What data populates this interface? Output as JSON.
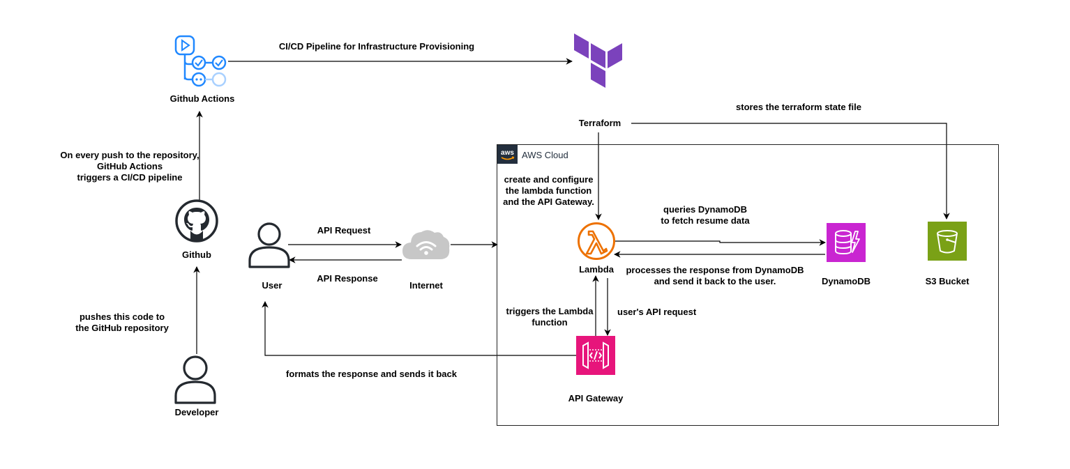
{
  "diagram": {
    "aws_cloud": {
      "title": "AWS Cloud",
      "logo_text": "aws"
    },
    "nodes": {
      "github_actions": "Github Actions",
      "terraform": "Terraform",
      "github": "Github",
      "developer": "Developer",
      "user": "User",
      "internet": "Internet",
      "lambda": "Lambda",
      "dynamodb": "DynamoDB",
      "s3": "S3 Bucket",
      "api_gateway": "API Gateway"
    },
    "edges": {
      "cicd": "CI/CD Pipeline for Infrastructure Provisioning",
      "state": "stores the terraform state file",
      "push_trigger": [
        "On every push to the repository,",
        "GitHub Actions",
        "triggers a CI/CD pipeline"
      ],
      "push_code": [
        "pushes this code to",
        "the GitHub repository"
      ],
      "api_request": "API Request",
      "api_response": "API Response",
      "create_configure": [
        "create and configure",
        "the lambda function",
        "and the API Gateway."
      ],
      "queries": [
        "queries DynamoDB",
        "to fetch resume data"
      ],
      "processes": [
        "processes the response from DynamoDB",
        "and send it back to the user."
      ],
      "triggers_lambda": [
        "triggers the Lambda",
        "function"
      ],
      "users_request": "user's API request",
      "formats_response": "formats the response and sends it back"
    },
    "colors": {
      "github_actions_blue": "#2088ff",
      "terraform_purple": "#7b42bc",
      "lambda_orange": "#ed7100",
      "dynamodb_magenta": "#c925d1",
      "s3_green": "#7aa116",
      "api_gateway_pink": "#e7157b",
      "internet_gray": "#c7c7c7",
      "aws_dark": "#232f3e"
    }
  }
}
